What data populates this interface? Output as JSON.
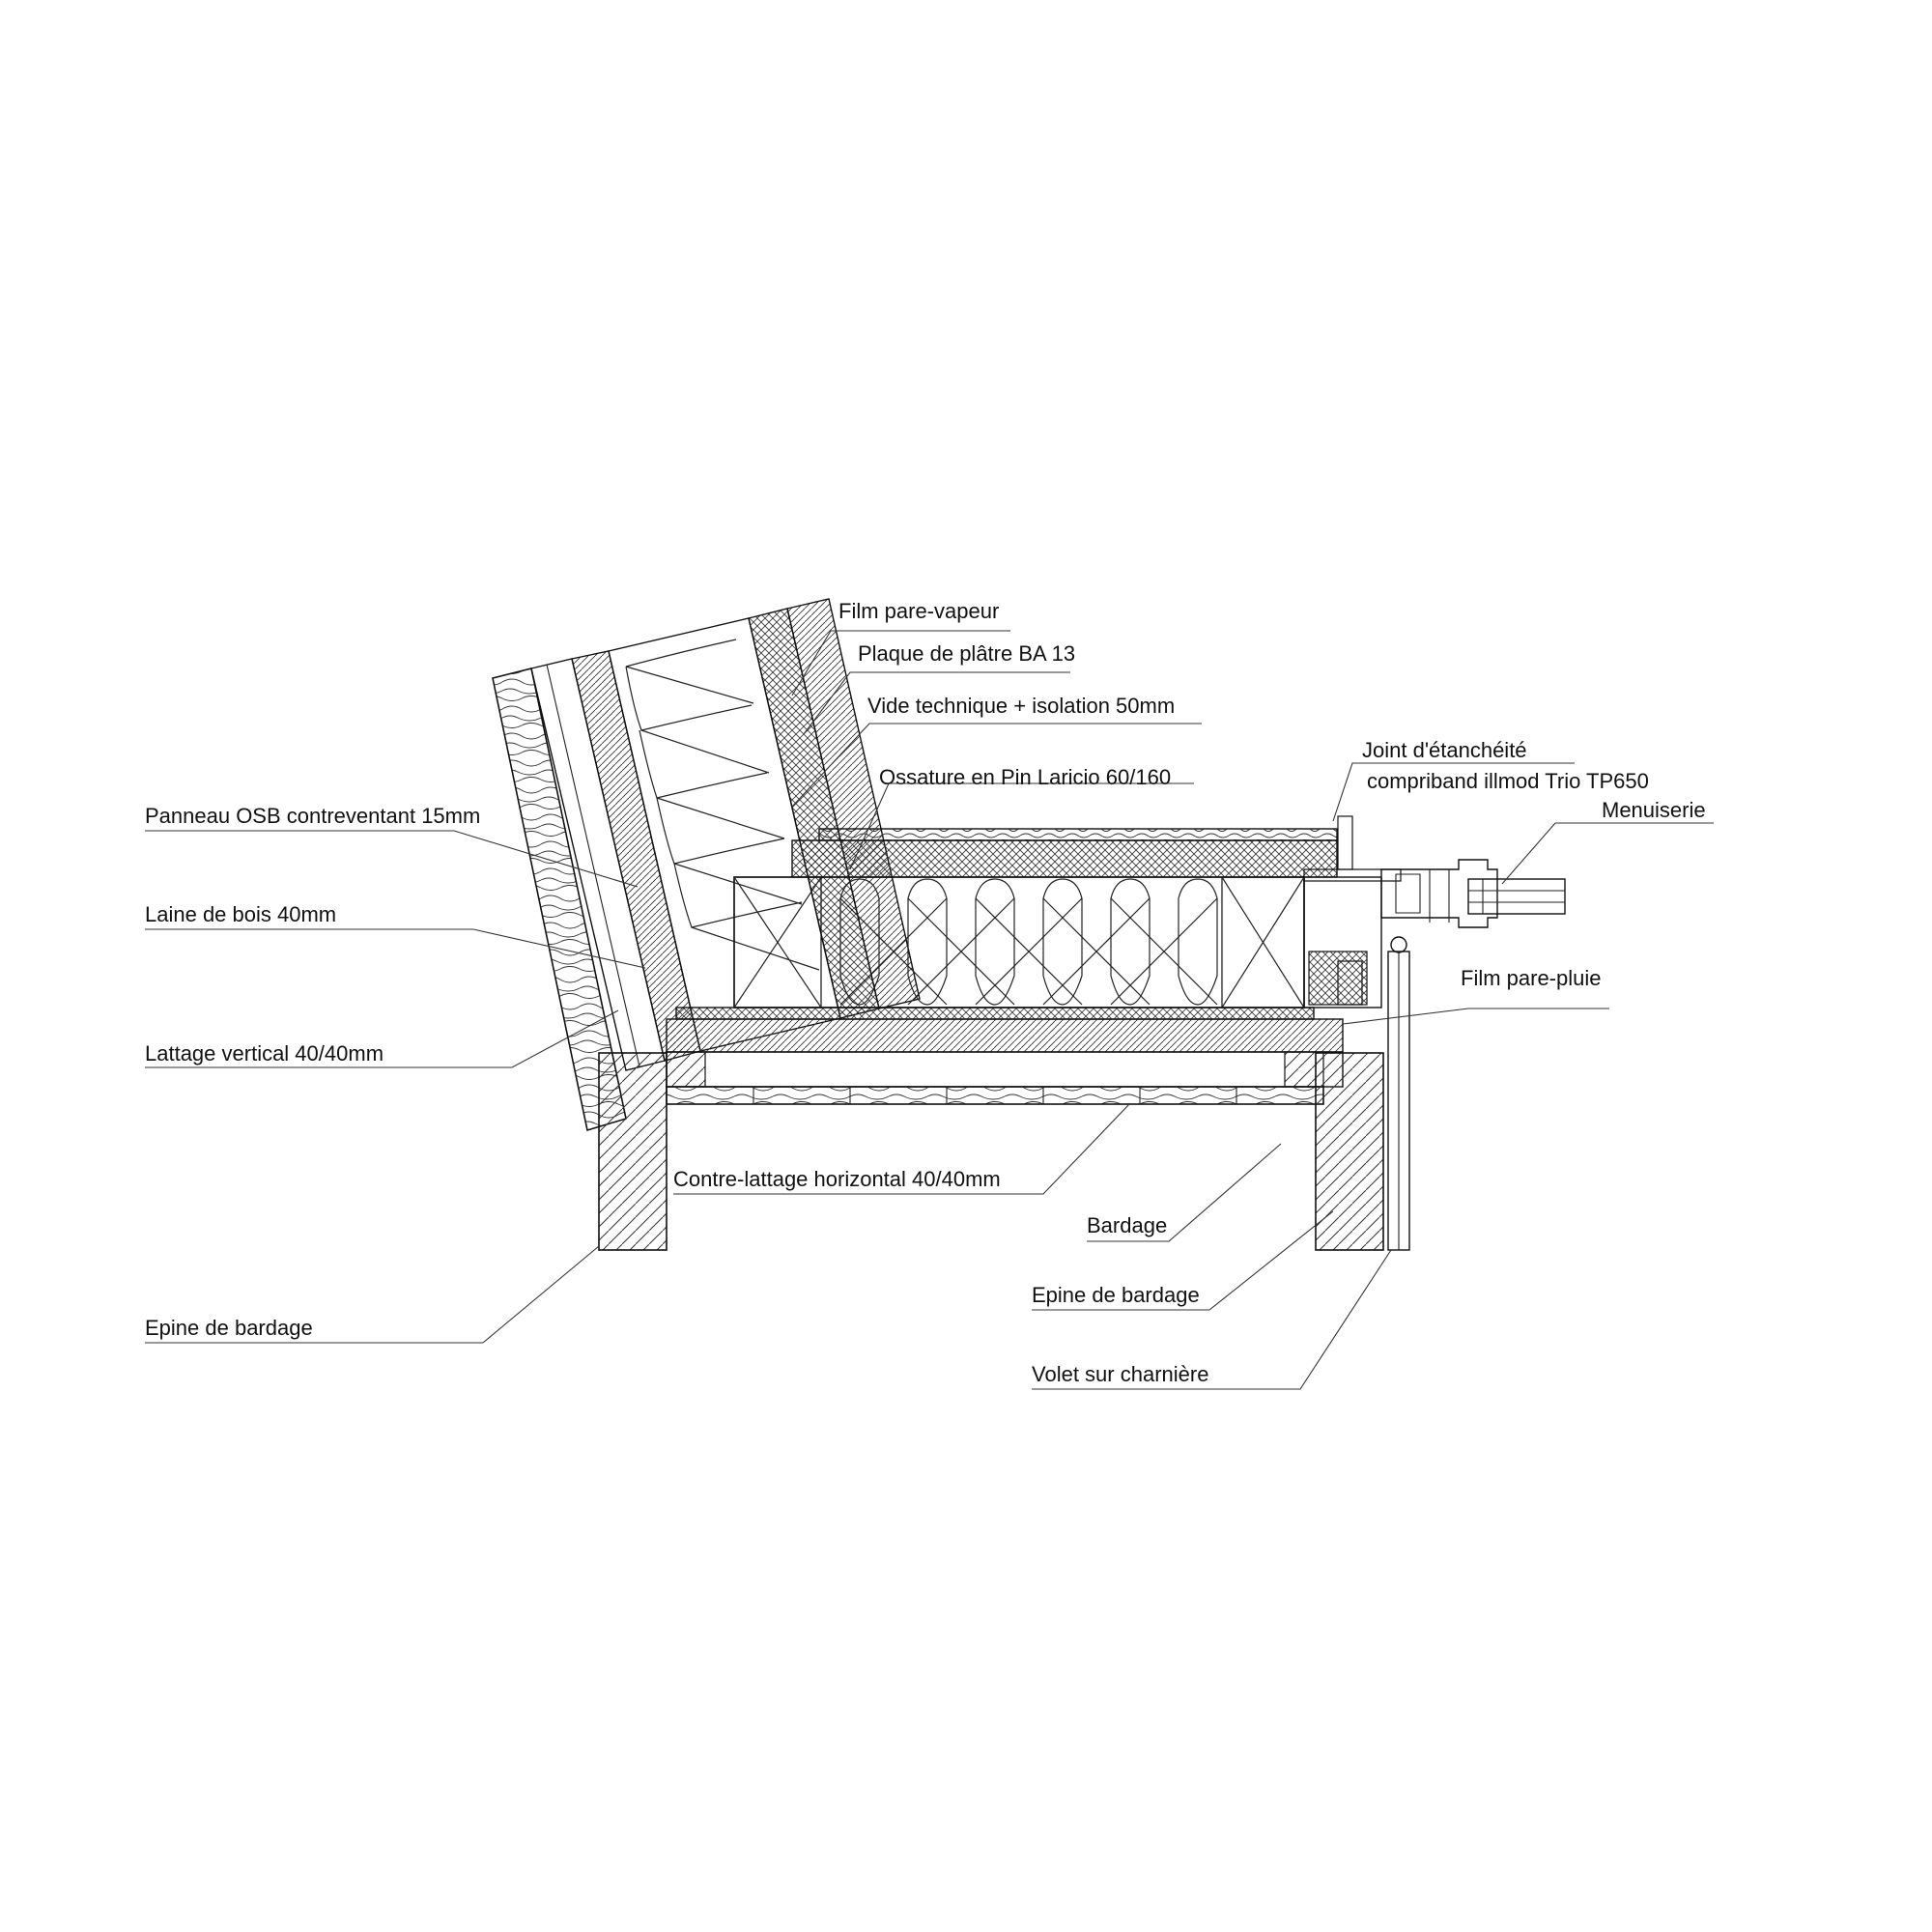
{
  "labels": {
    "film_pare_vapeur": "Film pare-vapeur",
    "plaque_platre": "Plaque de plâtre BA 13",
    "vide_technique": "Vide technique + isolation 50mm",
    "joint_line1": "Joint d'étanchéité",
    "joint_line2": "compriband illmod Trio TP650",
    "ossature": "Ossature en Pin Laricio 60/160",
    "menuiserie": "Menuiserie",
    "panneau_osb": "Panneau OSB contreventant 15mm",
    "laine_de_bois": "Laine de bois 40mm",
    "film_pare_pluie": "Film pare-pluie",
    "lattage_vertical": "Lattage vertical 40/40mm",
    "contre_lattage": "Contre-lattage horizontal 40/40mm",
    "bardage": "Bardage",
    "epine_right": "Epine de bardage",
    "epine_left": "Epine de bardage",
    "volet": "Volet sur charnière"
  }
}
